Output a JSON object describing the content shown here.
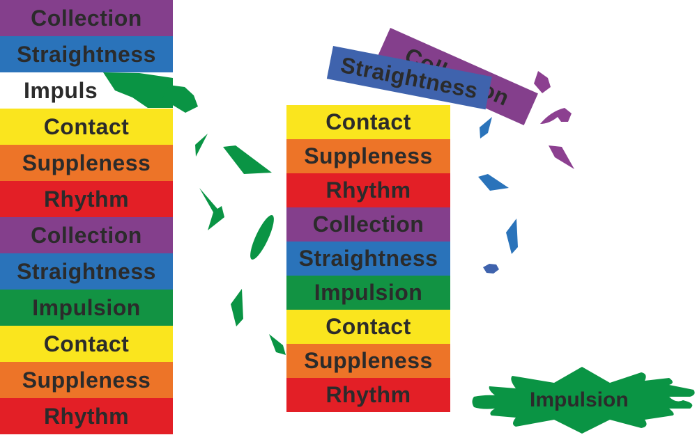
{
  "colors": {
    "collection": "#843f8c",
    "straightness": "#2a73ba",
    "straightness_tilted": "#3f63ad",
    "impulsion": "#129343",
    "contact": "#fae51e",
    "suppleness": "#ed7428",
    "rhythm": "#e31f26",
    "text": "#2b2b2b",
    "shard_green": "#0a9444",
    "shard_purple": "#8c4090",
    "shard_blue": "#2a73ba"
  },
  "left_stack": {
    "blocks": [
      {
        "label": "Collection",
        "key": "collection"
      },
      {
        "label": "Straightness",
        "key": "straightness"
      },
      {
        "label": "Impuls",
        "key": "impulsion"
      },
      {
        "label": "Contact",
        "key": "contact"
      },
      {
        "label": "Suppleness",
        "key": "suppleness"
      },
      {
        "label": "Rhythm",
        "key": "rhythm"
      },
      {
        "label": "Collection",
        "key": "collection"
      },
      {
        "label": "Straightness",
        "key": "straightness"
      },
      {
        "label": "Impulsion",
        "key": "impulsion"
      },
      {
        "label": "Contact",
        "key": "contact"
      },
      {
        "label": "Suppleness",
        "key": "suppleness"
      },
      {
        "label": "Rhythm",
        "key": "rhythm"
      }
    ]
  },
  "middle_stack": {
    "blocks": [
      {
        "label": "Contact",
        "key": "contact"
      },
      {
        "label": "Suppleness",
        "key": "suppleness"
      },
      {
        "label": "Rhythm",
        "key": "rhythm"
      },
      {
        "label": "Collection",
        "key": "collection"
      },
      {
        "label": "Straightness",
        "key": "straightness"
      },
      {
        "label": "Impulsion",
        "key": "impulsion"
      },
      {
        "label": "Contact",
        "key": "contact"
      },
      {
        "label": "Suppleness",
        "key": "suppleness"
      },
      {
        "label": "Rhythm",
        "key": "rhythm"
      }
    ]
  },
  "tilted_blocks": [
    {
      "label": "Collection",
      "key": "collection"
    },
    {
      "label": "Straightness",
      "key": "straightness_tilted"
    }
  ],
  "burst": {
    "label": "Impulsion"
  }
}
